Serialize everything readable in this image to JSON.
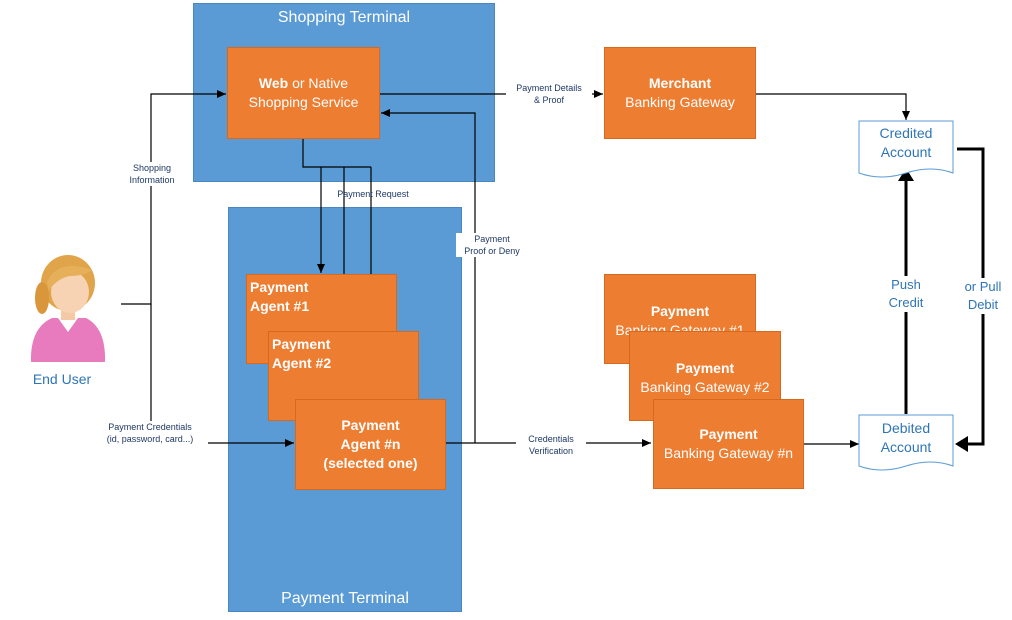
{
  "shopping_terminal": {
    "title": "Shopping Terminal"
  },
  "payment_terminal": {
    "title": "Payment Terminal"
  },
  "shopping_service": {
    "bold": "Web",
    "line1_rest": " or Native",
    "line2": "Shopping Service"
  },
  "merchant_gateway": {
    "line1": "Merchant",
    "line2": "Banking Gateway"
  },
  "payment_agents": [
    {
      "line1": "Payment",
      "line2": "Agent #1"
    },
    {
      "line1": "Payment",
      "line2": "Agent #2"
    },
    {
      "line1": "Payment",
      "line2": "Agent #n",
      "line3": "(selected one)"
    }
  ],
  "banking_gateways": [
    {
      "line1": "Payment",
      "line2": "Banking Gateway #1"
    },
    {
      "line1": "Payment",
      "line2": "Banking Gateway #2"
    },
    {
      "line1": "Payment",
      "line2": "Banking Gateway #n"
    }
  ],
  "credited_account": {
    "line1": "Credited",
    "line2": "Account"
  },
  "debited_account": {
    "line1": "Debited",
    "line2": "Account"
  },
  "end_user": {
    "label": "End User"
  },
  "labels": {
    "shopping_information": {
      "line1": "Shopping",
      "line2": "Information"
    },
    "payment_credentials": {
      "line1": "Payment Credentials",
      "line2": "(id, password, card...)"
    },
    "payment_request": "Payment Request",
    "payment_details": {
      "line1": "Payment Details",
      "line2": "& Proof"
    },
    "payment_proof": {
      "line1": "Payment",
      "line2": "Proof or Deny"
    },
    "credentials_verification": {
      "line1": "Credentials",
      "line2": "Verification"
    },
    "push_credit": {
      "line1": "Push",
      "line2": "Credit"
    },
    "pull_debit": {
      "line1": "or Pull",
      "line2": "Debit"
    }
  },
  "colors": {
    "terminal": "#5b9bd5",
    "box": "#ed7d31",
    "label_blue": "#2e75b6",
    "small_text": "#1f3864"
  }
}
